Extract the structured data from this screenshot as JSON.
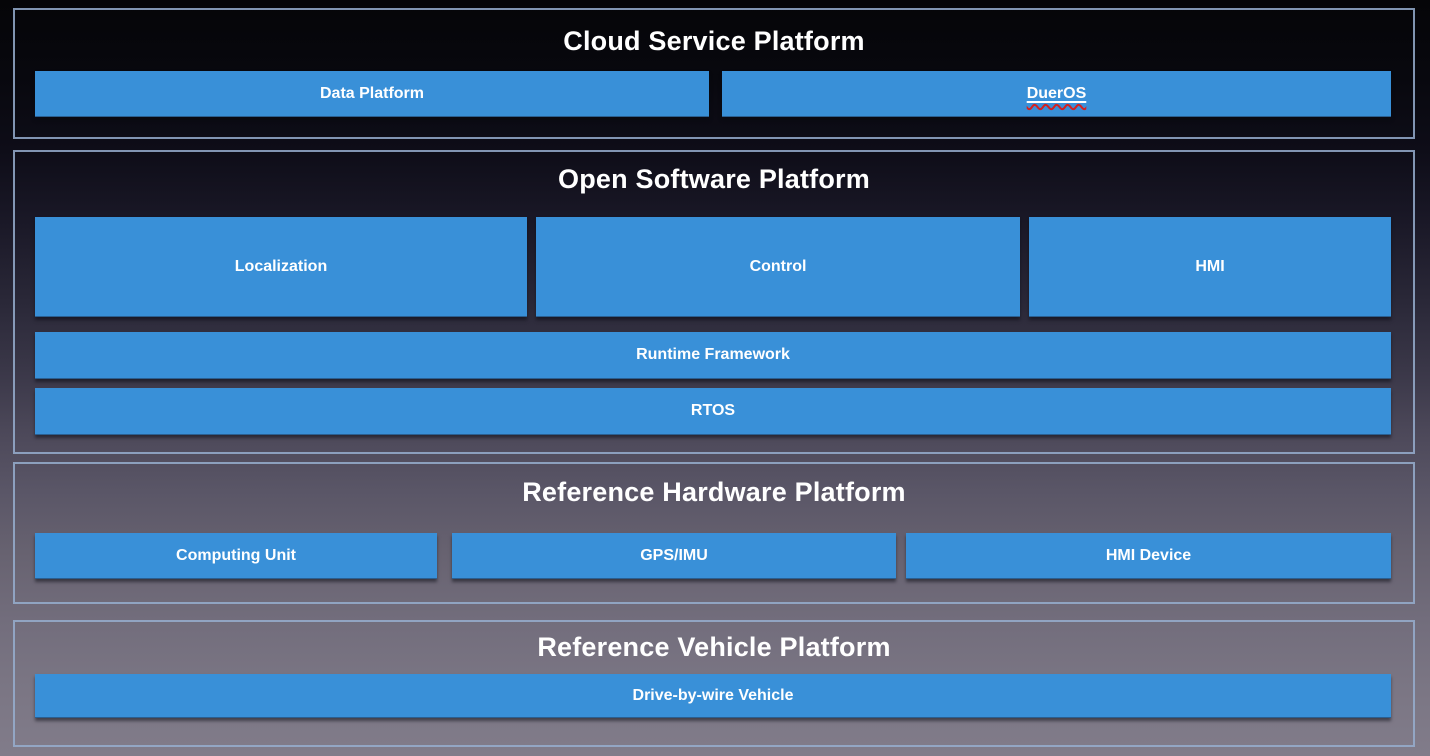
{
  "colors": {
    "box_blue": "#3990d8",
    "section_border": "#96aecf",
    "title_white": "#ffffff",
    "squiggle_red": "#d42020",
    "background_top": "#050508",
    "background_bottom": "#817c8a"
  },
  "cloud": {
    "title": "Cloud Service Platform",
    "data_platform_label": "Data Platform",
    "dueros_label": "DuerOS"
  },
  "software": {
    "title": "Open Software Platform",
    "localization_label": "Localization",
    "control_label": "Control",
    "hmi_label": "HMI",
    "runtime_label": "Runtime Framework",
    "rtos_label": "RTOS"
  },
  "hardware": {
    "title": "Reference Hardware Platform",
    "computing_unit_label": "Computing Unit",
    "gps_imu_label": "GPS/IMU",
    "hmi_device_label": "HMI Device"
  },
  "vehicle": {
    "title": "Reference Vehicle Platform",
    "drive_by_wire_label": "Drive-by-wire Vehicle"
  }
}
